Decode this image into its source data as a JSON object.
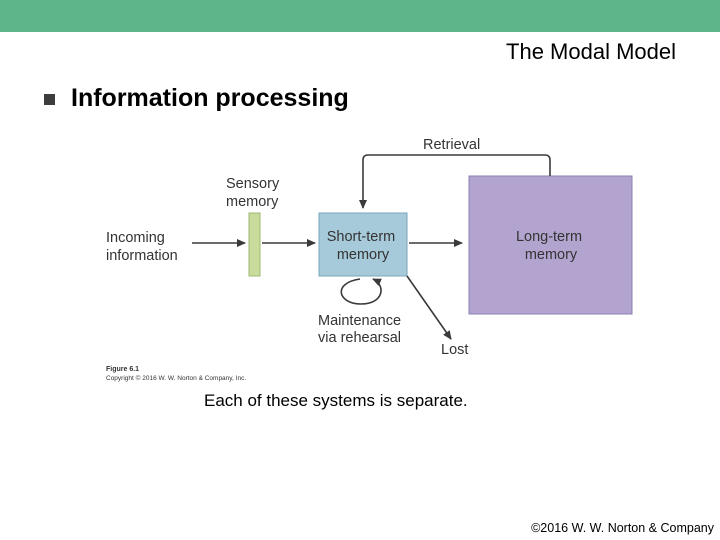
{
  "header": {
    "title": "The Modal Model"
  },
  "bullet": {
    "text": "Information processing"
  },
  "diagram": {
    "incoming": [
      "Incoming",
      "information"
    ],
    "sensory": [
      "Sensory",
      "memory"
    ],
    "short_term": [
      "Short-term",
      "memory"
    ],
    "long_term": [
      "Long-term",
      "memory"
    ],
    "retrieval": "Retrieval",
    "maintenance": [
      "Maintenance",
      "via rehearsal"
    ],
    "lost": "Lost",
    "figure_label": "Figure 6.1",
    "figure_copyright": "Copyright © 2016 W. W. Norton & Company, Inc.",
    "colors": {
      "sensory": "#c9dc9b",
      "short_term": "#a6cad9",
      "long_term": "#b3a4cf",
      "topbar": "#5fb58a"
    }
  },
  "caption": "Each of these systems is separate.",
  "footer": {
    "copyright": "©2016 W. W. Norton & Company"
  }
}
